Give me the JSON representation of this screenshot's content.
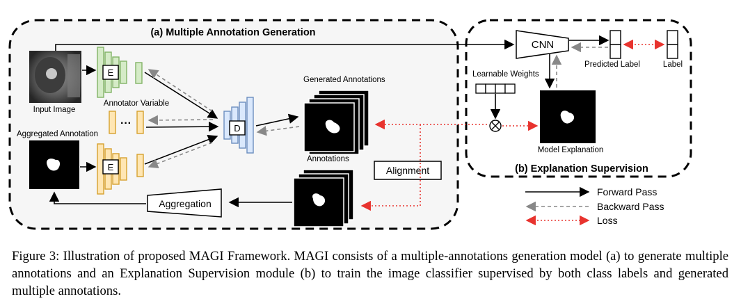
{
  "panel_a": {
    "title": "(a) Multiple Annotation Generation"
  },
  "panel_b": {
    "title": "(b) Explanation Supervision"
  },
  "labels": {
    "input_image": "Input Image",
    "annotator_variable": "Annotator Variable",
    "aggregated_annotation": "Aggregated Annotation",
    "generated_annotations": "Generated Annotations",
    "annotations": "Annotations",
    "alignment": "Alignment",
    "aggregation": "Aggregation",
    "encoder": "E",
    "decoder": "D",
    "dots": "···",
    "cnn": "CNN",
    "learnable_weights": "Learnable Weights",
    "predicted_label": "Predicted Label",
    "label": "Label",
    "model_explanation": "Model Explanation",
    "multiply": "⊗"
  },
  "legend": {
    "forward": "Forward Pass",
    "backward": "Backward Pass",
    "loss": "Loss"
  },
  "colors": {
    "encoder_green_fill": "#d5ebc7",
    "encoder_green_stroke": "#82b366",
    "encoder_orange_fill": "#ffe6b3",
    "encoder_orange_stroke": "#d6a12e",
    "decoder_fill": "#dae8fc",
    "decoder_stroke": "#6c8ebf",
    "loss_red": "#e8332e",
    "backward_gray": "#888888"
  },
  "caption": "Figure 3: Illustration of proposed MAGI Framework. MAGI consists of a multiple-annotations generation model (a) to generate multiple annotations and an Explanation Supervision module (b) to train the image classifier supervised by both class labels and generated multiple annotations."
}
